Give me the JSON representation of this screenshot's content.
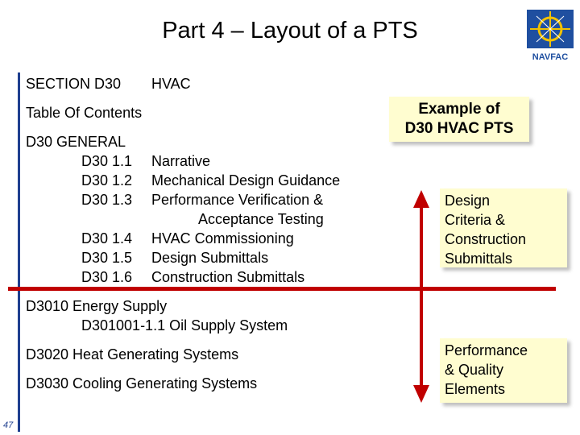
{
  "title": "Part 4 – Layout of a PTS",
  "logo": {
    "text": "NAVFAC",
    "icon": "navfac-compass-logo"
  },
  "section": {
    "code": "SECTION D30",
    "name": "HVAC"
  },
  "toc_heading": "Table Of Contents",
  "general": {
    "heading": "D30  GENERAL",
    "items": [
      {
        "code": "D30  1.1",
        "label": "Narrative"
      },
      {
        "code": "D30  1.2",
        "label": "Mechanical Design Guidance"
      },
      {
        "code": "D30  1.3",
        "label": "Performance Verification &",
        "label2": "Acceptance Testing"
      },
      {
        "code": "D30  1.4",
        "label": "HVAC Commissioning"
      },
      {
        "code": "D30  1.5",
        "label": "Design Submittals"
      },
      {
        "code": "D30  1.6",
        "label": "Construction Submittals"
      }
    ]
  },
  "systems": {
    "d3010": "D3010   Energy Supply",
    "d3010_sub": "D301001-1.1  Oil Supply System",
    "d3020": "D3020   Heat Generating Systems",
    "d3030": "D3030   Cooling Generating Systems"
  },
  "callouts": {
    "main_line1": "Example of",
    "main_line2": "D30 HVAC PTS",
    "design": [
      "Design",
      "Criteria &",
      "Construction",
      "Submittals"
    ],
    "performance": [
      "Performance",
      "& Quality",
      "Elements"
    ]
  },
  "page_number": "47",
  "colors": {
    "accent_red": "#c00000",
    "callout_bg": "#fffdd0",
    "rule_blue": "#1f3f8f"
  }
}
